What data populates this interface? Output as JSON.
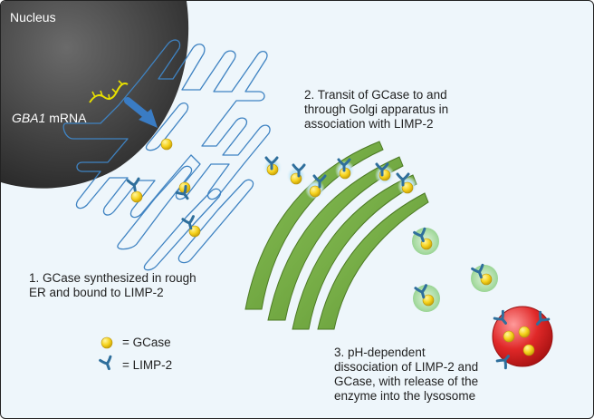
{
  "nucleus": {
    "label": "Nucleus"
  },
  "mrna": {
    "gene": "GBA1",
    "suffix": " mRNA"
  },
  "steps": {
    "step1": [
      "1. GCase synthesized in rough",
      "ER and bound to LIMP-2"
    ],
    "step2": [
      "2. Transit of GCase to and",
      "through Golgi apparatus in",
      "association with LIMP-2"
    ],
    "step3": [
      "3. pH-dependent",
      "dissociation of LIMP-2 and",
      "GCase, with release of the",
      "enzyme into the lysosome"
    ]
  },
  "legend": {
    "gcase": "= GCase",
    "limp2": "= LIMP-2"
  },
  "colors": {
    "nucleus": "#4a4a4a",
    "er": "#3f83c2",
    "golgi": "#6ea33c",
    "gcase": "#f6d21c",
    "limp2": "#2f6f9c",
    "vesicle": "#8fcf8a",
    "lysosome": "#e02828",
    "mrna": "#e8e000",
    "arrow": "#3a7cc4"
  },
  "icons": [
    "gcase-dot-icon",
    "limp2-receptor-icon",
    "arrow-icon"
  ]
}
